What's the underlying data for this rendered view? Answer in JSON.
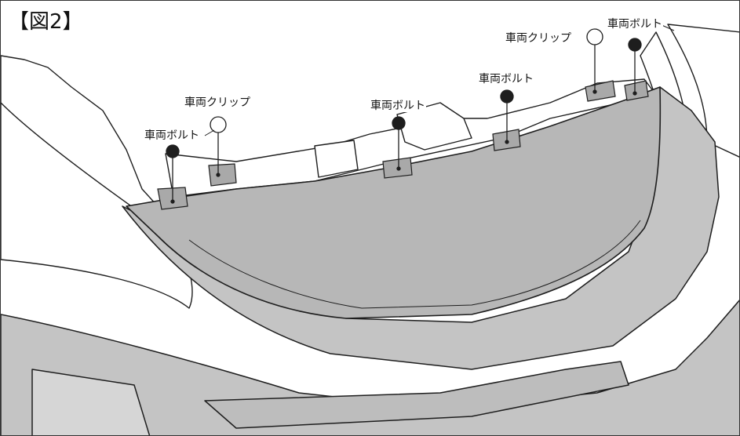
{
  "figure": {
    "title": "【図2】"
  },
  "callouts": {
    "bolt_left": "車両ボルト",
    "clip_left": "車両クリップ",
    "bolt_center": "車両ボルト",
    "bolt_center_right": "車両ボルト",
    "clip_right": "車両クリップ",
    "bolt_right": "車両ボルト"
  },
  "colors": {
    "grille_fill": "#b7b7b7",
    "bumper_fill": "#c4c4c4",
    "line": "#1e1e1e",
    "background": "#ffffff"
  }
}
